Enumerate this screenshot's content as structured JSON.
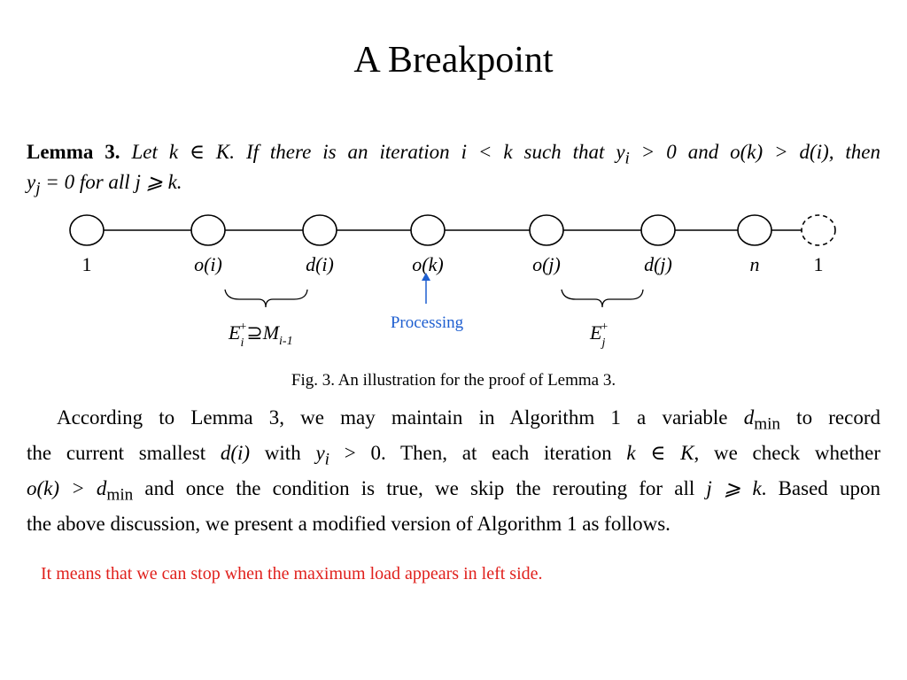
{
  "slide": {
    "title": "A Breakpoint"
  },
  "lemma": {
    "label": "Lemma 3.",
    "line1": "Let k ∈ K. If there is an iteration i < k such that y",
    "line1_sub": "i",
    "line1_rest": " > 0 and o(k) > d(i), then",
    "line2_y": "y",
    "line2_sub": "j",
    "line2_rest": " = 0 for all j ⩾ k."
  },
  "diagram": {
    "nodes": [
      {
        "label": "1",
        "style": "solid"
      },
      {
        "label": "o(i)",
        "style": "solid"
      },
      {
        "label": "d(i)",
        "style": "solid"
      },
      {
        "label": "o(k)",
        "style": "solid"
      },
      {
        "label": "o(j)",
        "style": "solid"
      },
      {
        "label": "d(j)",
        "style": "solid"
      },
      {
        "label": "n",
        "style": "solid"
      },
      {
        "label": "1",
        "style": "dashed"
      }
    ],
    "brace_left": {
      "main": "E",
      "sub": "i",
      "sup": "+",
      "rel": "⊇",
      "M": "M",
      "Msub": "i-1"
    },
    "brace_right": {
      "main": "E",
      "sub": "j",
      "sup": "+"
    },
    "pointer_label": "Processing",
    "pointer_color": "#1f5fd0",
    "caption": "Fig. 3. An illustration for the proof of Lemma 3."
  },
  "paragraph": {
    "line1": [
      "According to Lemma 3, we may maintain in Algorithm 1 a variable ",
      "d",
      "min",
      " to record"
    ],
    "line2": [
      "the current smallest ",
      "d(i)",
      " with ",
      "y",
      "i",
      " > 0. Then, at each iteration ",
      "k ∈ K",
      ", we check whether"
    ],
    "line3": [
      "o(k) > d",
      "min",
      " and once the condition is true, we skip the rerouting for all ",
      "j ⩾ k",
      ". Based upon"
    ],
    "line4": "the above discussion, we present a modified version of Algorithm 1 as follows."
  },
  "note": {
    "text": "It means that we can stop when the maximum load appears in left side.",
    "color": "#e0201c"
  }
}
